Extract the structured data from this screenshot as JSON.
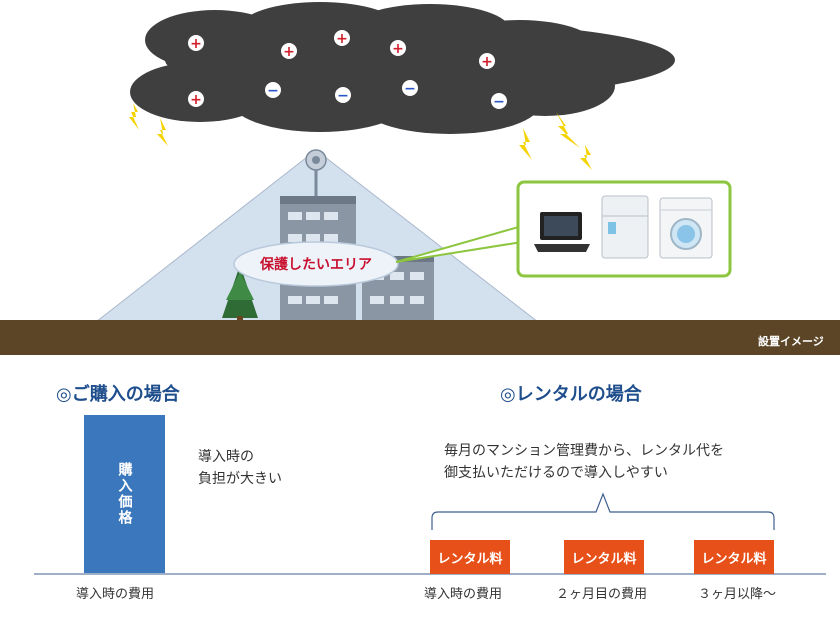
{
  "illustration": {
    "cloud_charges": [
      "+",
      "+",
      "+",
      "+",
      "+",
      "+",
      "−",
      "−",
      "−",
      "−",
      "−"
    ],
    "protected_area_label": "保護したいエリア",
    "ground_caption": "設置イメージ",
    "colors": {
      "cloud": "#3a3a3a",
      "ground": "#5c4527",
      "cone": "#c9d8ea",
      "callout_border": "#8cc63f",
      "lightning": "#f5d300"
    }
  },
  "purchase": {
    "heading": "◎ご購入の場合",
    "bar_label": "購入価格",
    "note_line1": "導入時の",
    "note_line2": "負担が大きい",
    "axis_label": "導入時の費用"
  },
  "rental": {
    "heading": "◎レンタルの場合",
    "note_line1": "毎月のマンション管理費から、レンタル代を",
    "note_line2": "御支払いただけるので導入しやすい",
    "items": [
      {
        "label": "レンタル料",
        "axis_label": "導入時の費用"
      },
      {
        "label": "レンタル料",
        "axis_label": "２ヶ月目の費用"
      },
      {
        "label": "レンタル料",
        "axis_label": "３ヶ月以降～"
      }
    ],
    "colors": {
      "rental_box": "#e8501a",
      "purchase_bar": "#3a77bd",
      "heading": "#1f4e8c"
    }
  }
}
